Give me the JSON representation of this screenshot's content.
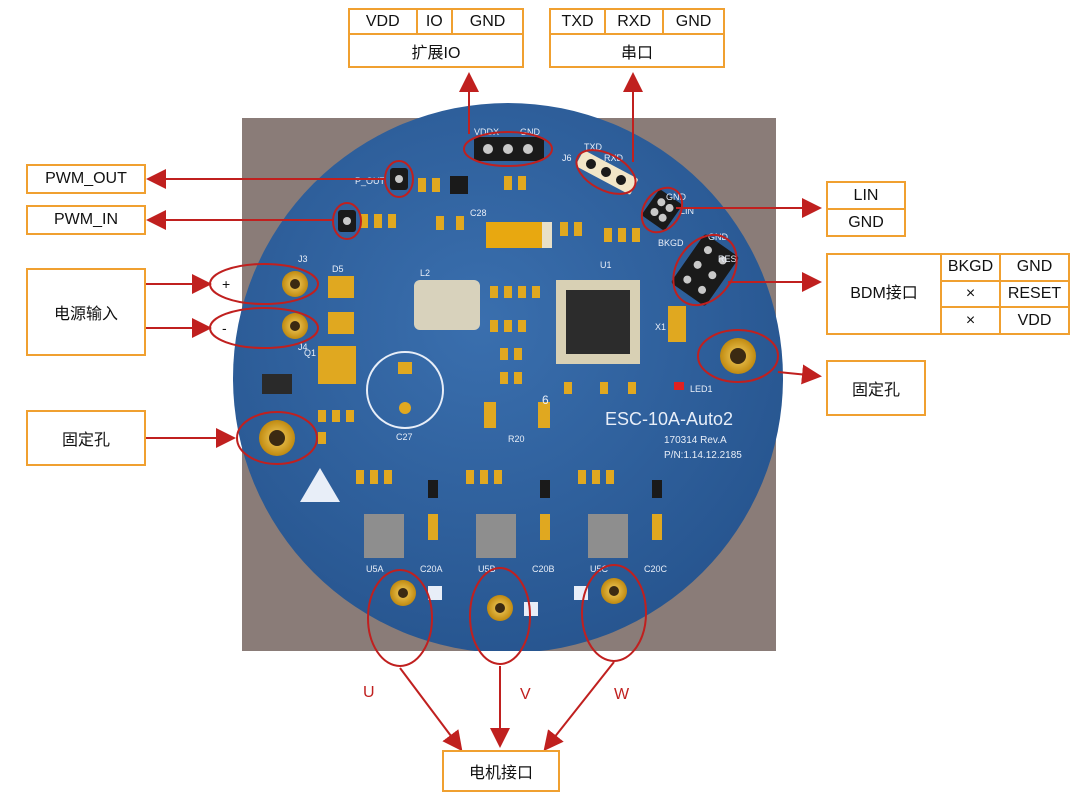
{
  "ext_io": {
    "columns": [
      "VDD",
      "IO",
      "GND"
    ],
    "label": "扩展IO"
  },
  "serial": {
    "columns": [
      "TXD",
      "RXD",
      "GND"
    ],
    "label": "串口"
  },
  "pwm_out": "PWM_OUT",
  "pwm_in": "PWM_IN",
  "power_input": "电源输入",
  "plus_sign": "+",
  "minus_sign": "-",
  "mount_hole_left": "固定孔",
  "mount_hole_right": "固定孔",
  "lin_box": {
    "lin": "LIN",
    "gnd": "GND"
  },
  "bdm": {
    "label": "BDM接口",
    "rows": [
      [
        "BKGD",
        "GND"
      ],
      [
        "×",
        "RESET"
      ],
      [
        "×",
        "VDD"
      ]
    ]
  },
  "motor_label": "电机接口",
  "phases": {
    "u": "U",
    "v": "V",
    "w": "W"
  },
  "board": {
    "name": "ESC-10A-Auto2",
    "rev": "170314  Rev.A",
    "pn": "P/N:1.14.12.2185",
    "silk_vddx": "VDDX",
    "silk_gnd": "GND",
    "silk_txd": "TXD",
    "silk_rxd": "RXD",
    "silk_j6": "J6",
    "silk_bkgd": "BKGD",
    "silk_res": "RES",
    "silk_lin": "LIN",
    "silk_j3": "J3",
    "silk_j4": "J4",
    "silk_d5": "D5",
    "silk_l2": "L2",
    "silk_u1": "U1",
    "silk_x1": "X1",
    "silk_c27": "C27",
    "silk_c28": "C28",
    "silk_r20": "R20",
    "silk_q1": "Q1",
    "silk_led1": "LED1",
    "silk_pwm_out": "P_OUT",
    "silk_u5a": "U5A",
    "silk_u5b": "U5B",
    "silk_u5c": "U5C",
    "silk_c20a": "C20A",
    "silk_c20b": "C20B",
    "silk_c20c": "C20C",
    "silk_six": "6"
  },
  "colors": {
    "board_blue": "#2e5f9c",
    "border_orange": "#f0a030",
    "arrow_red": "#c0201f",
    "pad_gold": "#d4a21e",
    "background_gray": "#8a7c78"
  }
}
